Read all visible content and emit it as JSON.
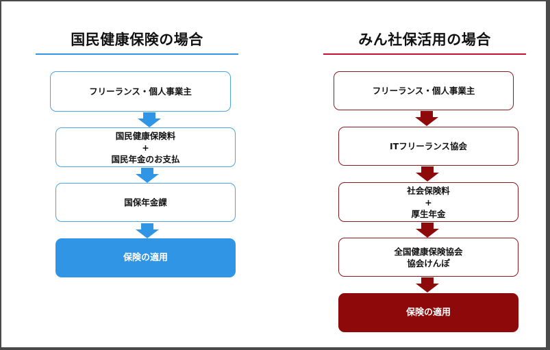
{
  "left_panel": {
    "title": "国民健康保険の場合",
    "accent_color": "#2f95e4",
    "steps": [
      {
        "lines": [
          "フリーランス・個人事業主"
        ]
      },
      {
        "lines": [
          "国民健康保険料",
          "+",
          "国民年金のお支払"
        ]
      },
      {
        "lines": [
          "国保年金課"
        ]
      }
    ],
    "result": "保険の適用"
  },
  "right_panel": {
    "title": "みん社保活用の場合",
    "accent_color": "#8e0a0a",
    "steps": [
      {
        "lines": [
          "フリーランス・個人事業主"
        ]
      },
      {
        "lines": [
          "ITフリーランス協会"
        ]
      },
      {
        "lines": [
          "社会保険料",
          "+",
          "厚生年金"
        ]
      },
      {
        "lines": [
          "全国健康保険協会",
          "協会けんぽ"
        ]
      }
    ],
    "result": "保険の適用"
  }
}
